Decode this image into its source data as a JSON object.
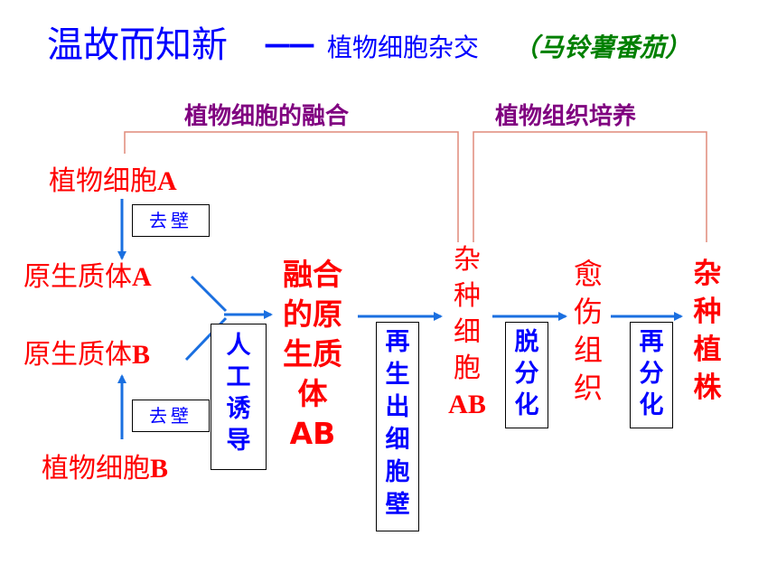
{
  "title": {
    "main": "温故而知新",
    "dash": "——",
    "sub": "植物细胞杂交",
    "paren": "（马铃薯番茄）"
  },
  "sections": {
    "fusion": "植物细胞的融合",
    "culture": "植物组织培养"
  },
  "nodes": {
    "cell_a_prefix": "植物细胞",
    "cell_a_letter": "A",
    "proto_a_prefix": "原生质体",
    "proto_a_letter": "A",
    "proto_b_prefix": "原生质体",
    "proto_b_letter": "B",
    "cell_b_prefix": "植物细胞",
    "cell_b_letter": "B",
    "fused_line1": "融合",
    "fused_line2": "的原",
    "fused_line3": "生质",
    "fused_line4": "体AB",
    "hybrid_cell_chars": "杂种细胞",
    "hybrid_cell_letter": "AB",
    "callus": "愈伤组织",
    "hybrid_plant": "杂种植株"
  },
  "steps": {
    "remove_wall_a": "去壁",
    "remove_wall_b": "去壁",
    "induce": "人工诱导",
    "regenerate_wall": "再生出细胞壁",
    "dedifferentiate": "脱分化",
    "redifferentiate": "再分化"
  },
  "colors": {
    "title": "#0000ff",
    "subtitle_paren": "#008000",
    "section": "#800080",
    "node": "#ff0000",
    "arrow": "#1a6fe0",
    "bracket": "#e08a7a",
    "box_text": "#0000ff"
  }
}
